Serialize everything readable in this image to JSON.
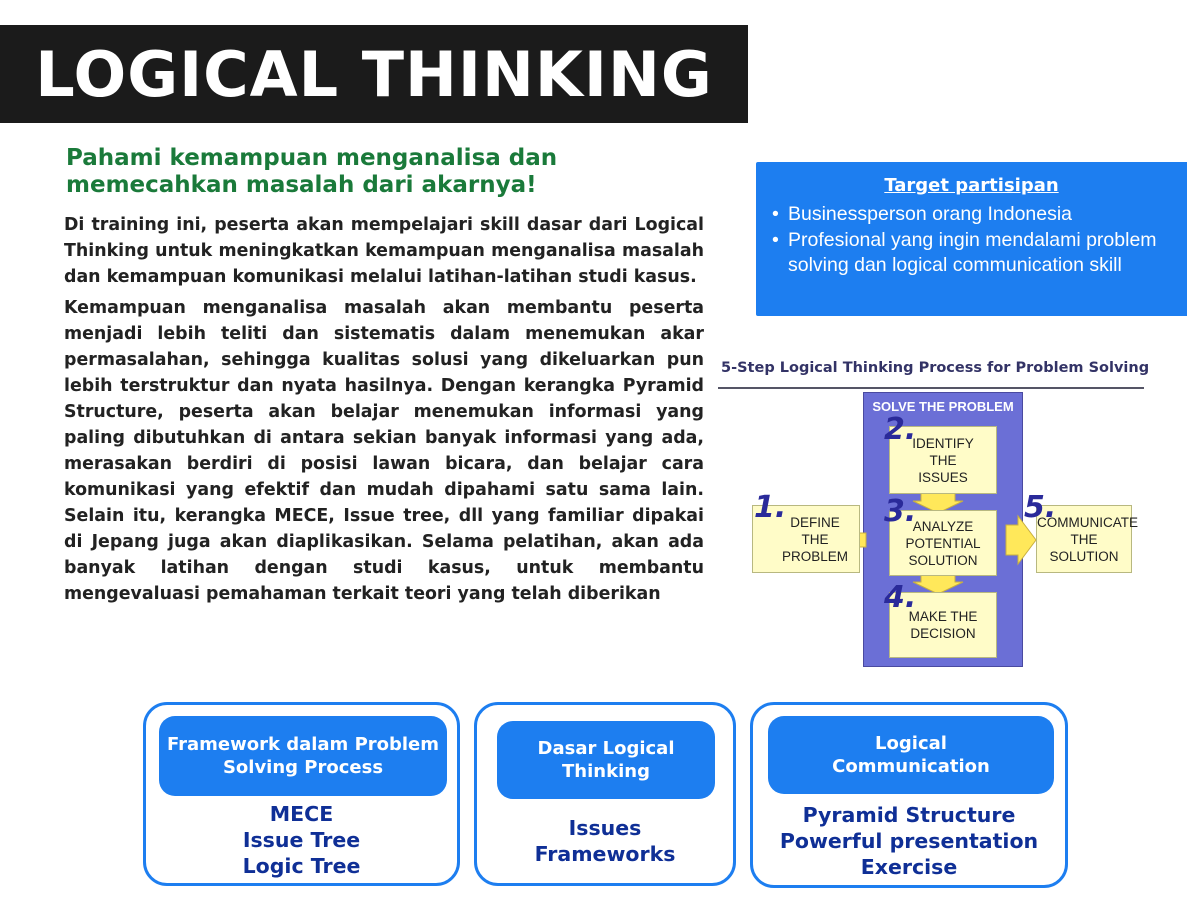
{
  "title": "LOGICAL THINKING",
  "subtitle": {
    "line1": "Pahami kemampuan menganalisa dan",
    "line2": "memecahkan masalah dari akarnya!"
  },
  "paragraphs": [
    "Di training ini, peserta akan mempelajari skill dasar dari Logical Thinking untuk meningkatkan kemampuan menganalisa masalah dan kemampuan komunikasi melalui latihan-latihan studi kasus.",
    "Kemampuan menganalisa masalah akan membantu peserta menjadi lebih teliti dan sistematis dalam menemukan akar permasalahan, sehingga kualitas solusi yang dikeluarkan pun lebih terstruktur dan nyata hasilnya. Dengan kerangka Pyramid Structure, peserta akan belajar menemukan informasi yang paling dibutuhkan di antara sekian banyak informasi yang ada, merasakan berdiri di posisi lawan bicara, dan belajar cara komunikasi yang efektif dan mudah dipahami satu sama lain. Selain itu, kerangka MECE, Issue tree, dll yang familiar dipakai di Jepang juga akan diaplikasikan. Selama pelatihan, akan ada banyak latihan dengan studi kasus, untuk membantu mengevaluasi pemahaman terkait teori yang telah diberikan"
  ],
  "target": {
    "title": "Target partisipan",
    "bullet": "•",
    "items": [
      "Businessperson orang Indonesia",
      "Profesional yang ingin mendalami problem solving dan logical communication skill"
    ]
  },
  "diagram": {
    "title": "5-Step Logical Thinking Process for Problem Solving",
    "solve_label": "SOLVE THE PROBLEM",
    "steps": [
      {
        "num": "1.",
        "label": "DEFINE THE PROBLEM"
      },
      {
        "num": "2.",
        "label": "IDENTIFY THE ISSUES"
      },
      {
        "num": "3.",
        "label": "ANALYZE POTENTIAL SOLUTION"
      },
      {
        "num": "4.",
        "label": "MAKE THE DECISION"
      },
      {
        "num": "5.",
        "label": "COMMUNICATE THE SOLUTION"
      }
    ],
    "colors": {
      "column": "#6b6fd6",
      "box": "#fffcc8",
      "arrow": "#ffe85a"
    }
  },
  "cards": [
    {
      "head": "Framework dalam Problem Solving Process",
      "items": [
        "MECE",
        "Issue Tree",
        "Logic Tree"
      ]
    },
    {
      "head": "Dasar Logical Thinking",
      "items": [
        "Issues",
        "Frameworks"
      ]
    },
    {
      "head": "Logical Communication",
      "items": [
        "Pyramid Structure",
        "Powerful presentation",
        "Exercise"
      ]
    }
  ],
  "colors": {
    "accent": "#1d7ef0",
    "title_bg": "#1b1b1b",
    "subtitle": "#1a7a3a",
    "card_text": "#0f2f96"
  }
}
